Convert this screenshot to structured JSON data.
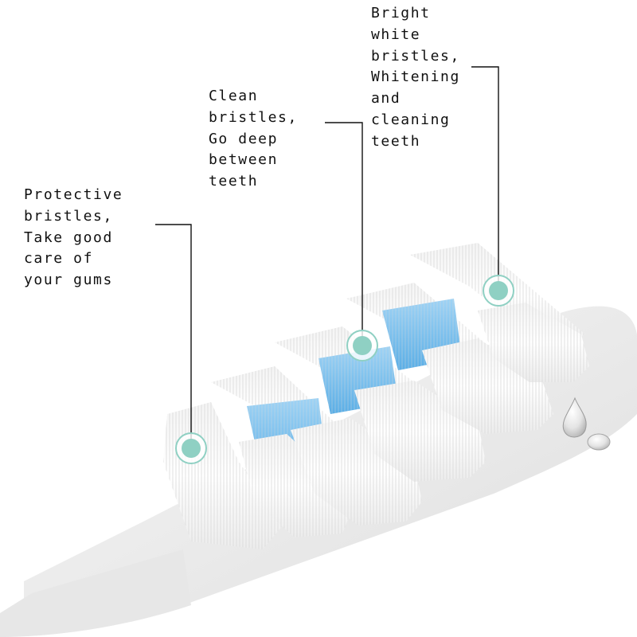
{
  "callouts": [
    {
      "id": "protective",
      "lines": [
        "Protective",
        "bristles,",
        "Take good",
        "care of",
        "your gums"
      ]
    },
    {
      "id": "clean",
      "lines": [
        "Clean",
        "bristles,",
        "Go deep",
        "between",
        "teeth"
      ]
    },
    {
      "id": "bright",
      "lines": [
        "Bright",
        "white",
        "bristles,",
        "Whitening",
        "and",
        "cleaning",
        "teeth"
      ]
    }
  ],
  "colors": {
    "marker": "#8fd0c3",
    "blue_bristles": "#6fb9ec",
    "leader_line": "#111111",
    "head": "#eeeeee"
  }
}
